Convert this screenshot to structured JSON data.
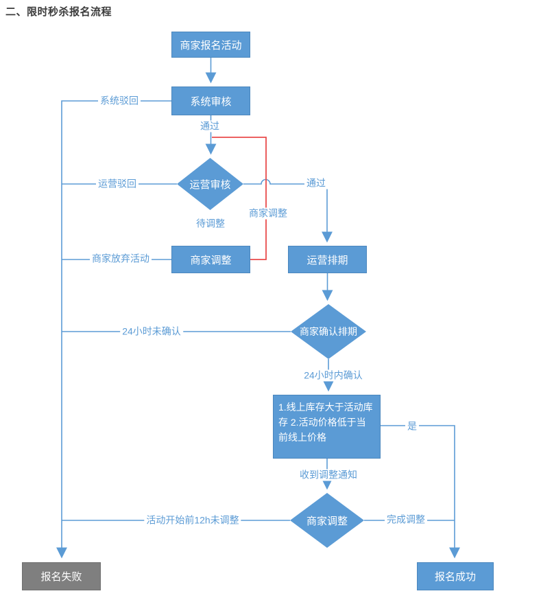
{
  "title": "二、限时秒杀报名流程",
  "colors": {
    "node_fill": "#5b9bd5",
    "node_border": "#4a86bd",
    "fail_fill": "#7f7f7f",
    "fail_border": "#6e6e6e",
    "connector": "#5b9bd5",
    "return_line": "#e94b4b",
    "label_text": "#5b9bd5",
    "title_text": "#3b3b3b"
  },
  "nodes": {
    "apply": "商家报名活动",
    "system_review": "系统审核",
    "ops_review": "运营审核",
    "merchant_adjust": "商家调整",
    "ops_schedule": "运营排期",
    "merchant_confirm": "商家确认排期",
    "condition_line1": "1.线上库存大于活动库存",
    "condition_line2": "2.活动价格低于当前线上价格",
    "merchant_adjust2": "商家调整",
    "fail": "报名失败",
    "success": "报名成功"
  },
  "edge_labels": {
    "system_reject": "系统驳回",
    "pass_top": "通过",
    "ops_reject": "运营驳回",
    "pass_right": "通过",
    "merchant_adjust_return": "商家调整",
    "pending_adjust": "待调整",
    "merchant_abandon": "商家放弃活动",
    "not_confirmed_24h": "24小时未确认",
    "confirmed_24h": "24小时内确认",
    "adjust_notice": "收到调整通知",
    "yes": "是",
    "not_adjusted_12h": "活动开始前12h未调整",
    "adjust_done": "完成调整"
  }
}
